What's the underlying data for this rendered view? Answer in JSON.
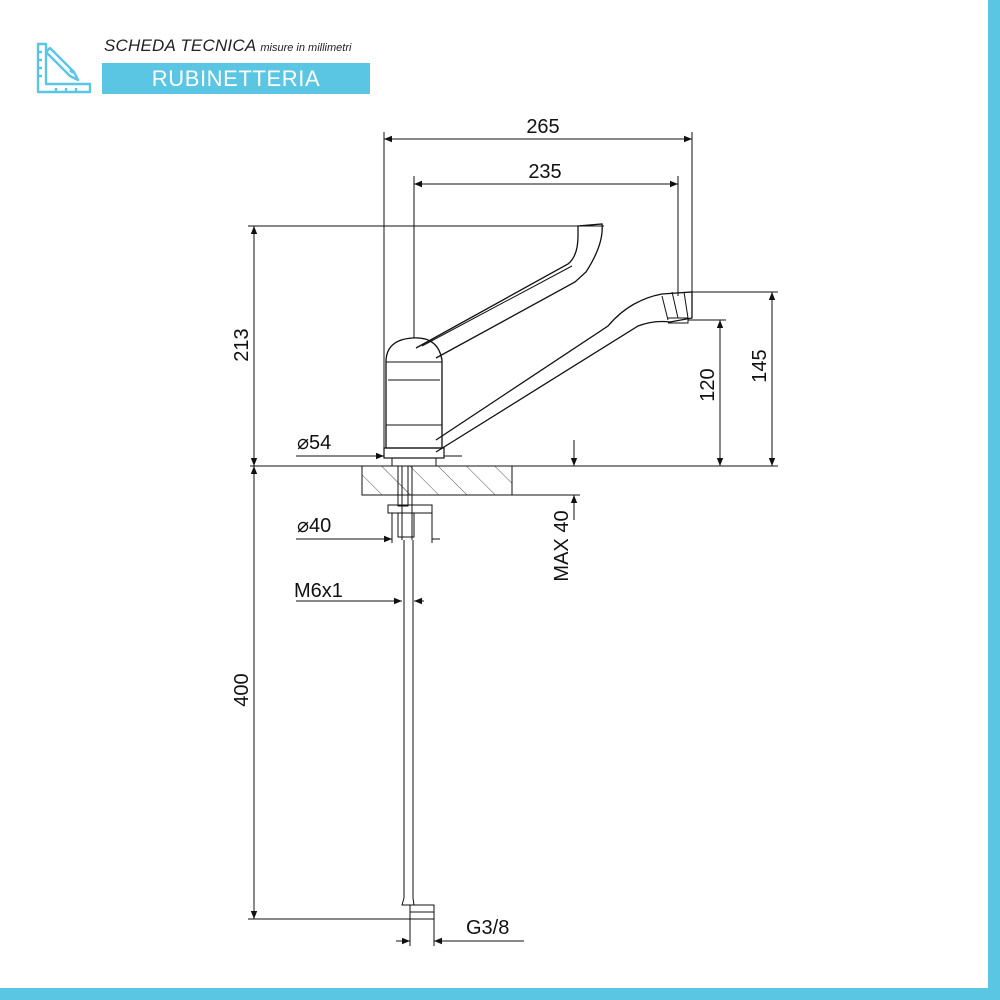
{
  "colors": {
    "accent": "#5bc6e4",
    "line": "#111111"
  },
  "header": {
    "title": "SCHEDA TECNICA",
    "subtitle": "misure in millimetri",
    "category": "RUBINETTERIA",
    "icon": "ruler-pencil-icon"
  },
  "dimensions": {
    "overall_length": "265",
    "spout_length": "235",
    "total_height": "213",
    "spout_height": "145",
    "outlet_height": "120",
    "base_diameter": "⌀54",
    "shank_diameter": "⌀40",
    "max_thickness": "MAX 40",
    "thread": "M6x1",
    "hose_length": "400",
    "connection": "G3/8"
  }
}
